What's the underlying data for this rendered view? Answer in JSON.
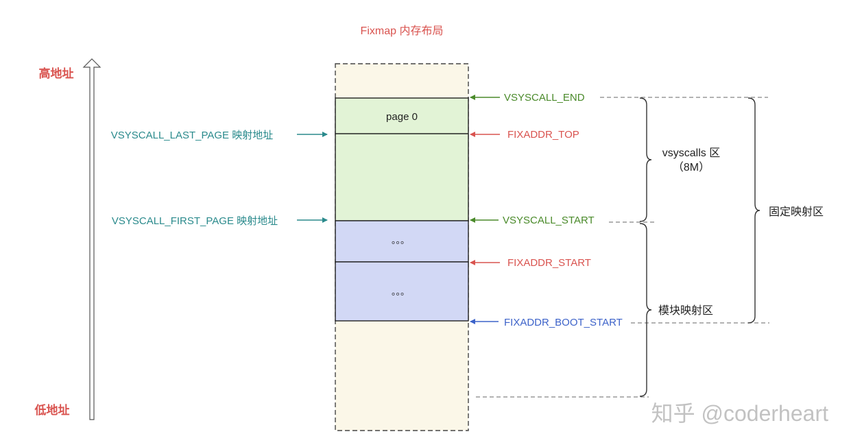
{
  "title": "Fixmap 内存布局",
  "axis": {
    "high_label": "高地址",
    "low_label": "低地址"
  },
  "blocks": {
    "page0_label": "page 0",
    "dots_upper": "。。。",
    "dots_lower": "。。。"
  },
  "left_labels": {
    "last_page": "VSYSCALL_LAST_PAGE 映射地址",
    "first_page": "VSYSCALL_FIRST_PAGE 映射地址"
  },
  "right_markers": {
    "vsyscall_end": "VSYSCALL_END",
    "fixaddr_top": "FIXADDR_TOP",
    "vsyscall_start": "VSYSCALL_START",
    "fixaddr_start": "FIXADDR_START",
    "fixaddr_boot_start": "FIXADDR_BOOT_START"
  },
  "regions": {
    "vsyscalls_line1": "vsyscalls 区",
    "vsyscalls_line2": "（8M）",
    "fixed_mapping": "固定映射区",
    "module_mapping": "模块映射区"
  },
  "watermark": "知乎 @coderheart",
  "colors": {
    "red": "#d9534f",
    "teal": "#2a8a8c",
    "green": "#4a8a2a",
    "blue": "#3c62c9",
    "cream_fill": "#fbf7e8",
    "green_fill": "#e2f3d6",
    "lavender_fill": "#d2d8f5"
  }
}
